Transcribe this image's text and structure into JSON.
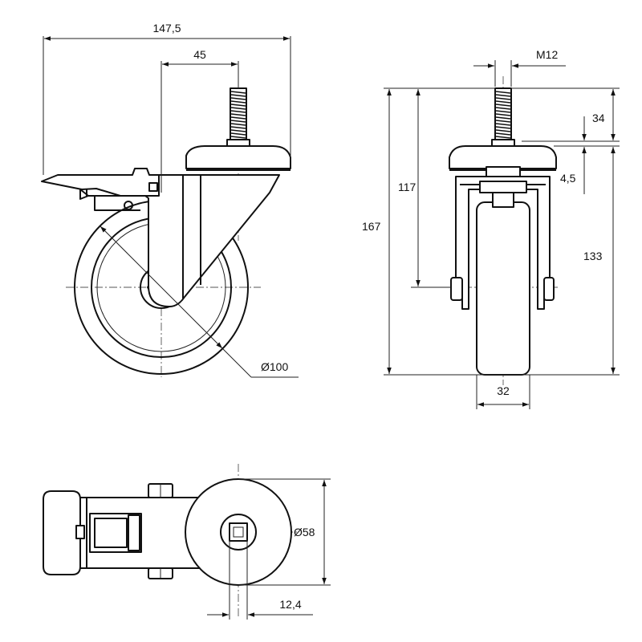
{
  "dimensions": {
    "overall_length": "147,5",
    "stem_offset": "45",
    "wheel_diameter": "Ø100",
    "thread": "M12",
    "stem_length": "34",
    "plate_thickness": "4,5",
    "axle_height": "117",
    "total_height": "167",
    "body_height": "133",
    "wheel_width": "32",
    "swivel_diameter": "Ø58",
    "stem_size": "12,4"
  },
  "colors": {
    "line": "#111111",
    "background": "#ffffff"
  }
}
